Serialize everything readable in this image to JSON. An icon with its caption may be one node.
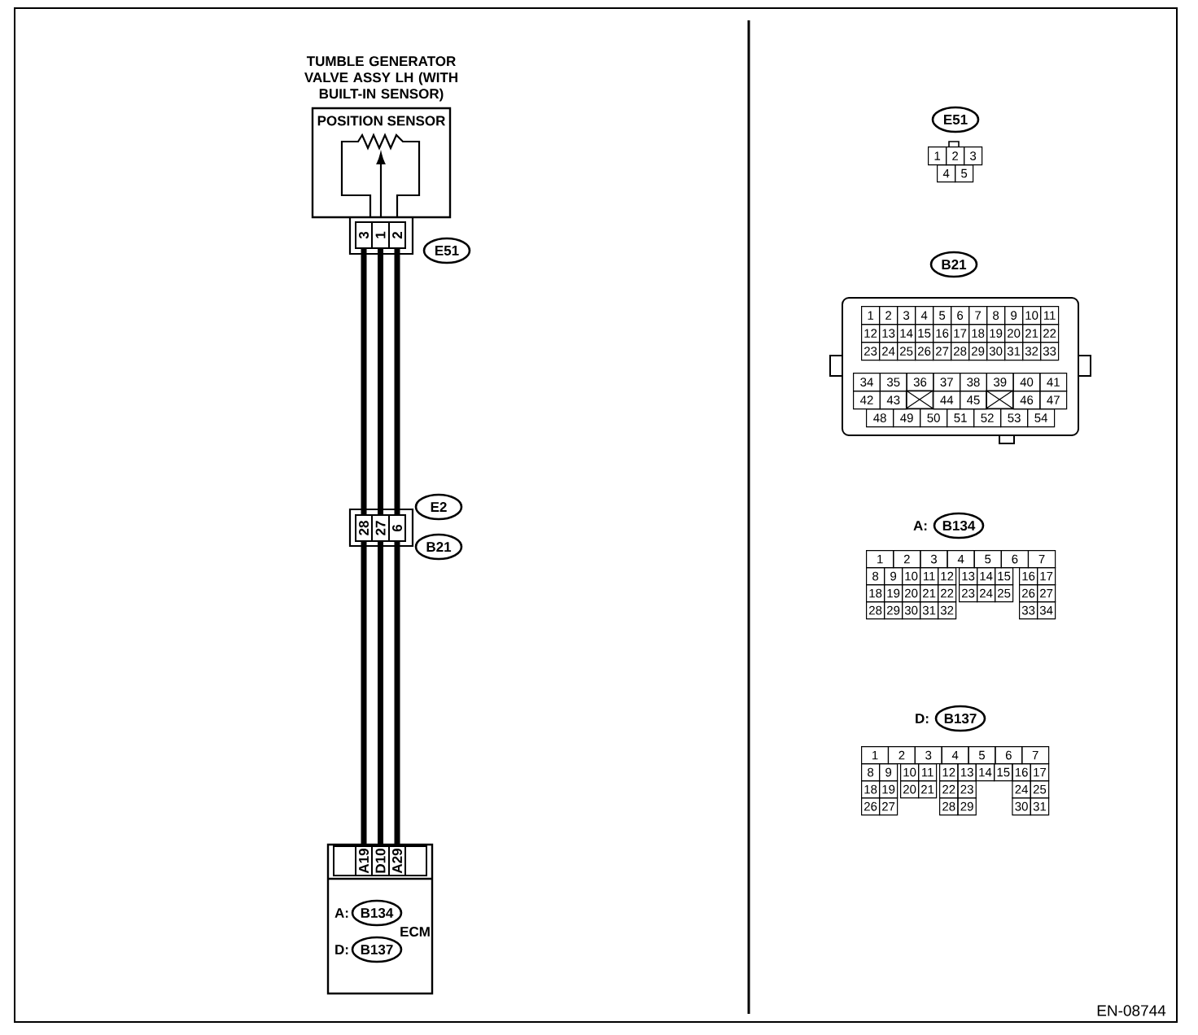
{
  "diagram": {
    "nodes": [
      {
        "text": [
          "TUMBLE GENERATOR VALVE ASSY LH (WITH BUILT-IN SENSOR)",
          "POSITION SENSOR"
        ]
      },
      {
        "text": [
          "3"
        ]
      },
      {
        "text": [
          "1"
        ]
      },
      {
        "text": [
          "2"
        ]
      },
      {
        "text": [
          "E51"
        ]
      },
      {
        "text": [
          "28"
        ]
      },
      {
        "text": [
          "27"
        ]
      },
      {
        "text": [
          "6"
        ]
      },
      {
        "text": [
          "E2"
        ]
      },
      {
        "text": [
          "B21"
        ]
      },
      {
        "text": [
          "ECM"
        ]
      },
      {
        "text": [],
        "shape": "box",
        "in": 10
      },
      {
        "text": [
          "A19"
        ],
        "in": 10
      },
      {
        "text": [
          "D10"
        ],
        "in": 10
      },
      {
        "text": [
          "A29"
        ],
        "in": 10
      },
      {
        "text": [],
        "shape": "box",
        "in": 10
      },
      {
        "text": [
          "B134"
        ],
        "in": 10
      },
      {
        "text": [
          "B137"
        ],
        "in": 10
      },
      {
        "text": [
          "E51"
        ]
      },
      {
        "text": [
          "B21"
        ]
      },
      {
        "text": [
          "B134"
        ]
      },
      {
        "text": [
          "B137"
        ]
      }
    ],
    "edges": [
      {
        "from": 1,
        "to": 5,
        "arrow": "none"
      },
      {
        "from": 2,
        "to": 6,
        "arrow": "none"
      },
      {
        "from": 3,
        "to": 7,
        "arrow": "none"
      },
      {
        "from": 5,
        "to": 12,
        "arrow": "none"
      },
      {
        "from": 6,
        "to": 13,
        "arrow": "none"
      },
      {
        "from": 7,
        "to": 14,
        "arrow": "none"
      }
    ],
    "labels": [
      "A:",
      "D:",
      "1",
      "2",
      "3",
      "4",
      "5",
      "1",
      "2",
      "3",
      "4",
      "5",
      "6",
      "7",
      "8",
      "9",
      "10",
      "11",
      "12",
      "13",
      "14",
      "15",
      "16",
      "17",
      "18",
      "19",
      "20",
      "21",
      "22",
      "23",
      "24",
      "25",
      "26",
      "27",
      "28",
      "29",
      "30",
      "31",
      "32",
      "33",
      "34",
      "35",
      "36",
      "37",
      "38",
      "39",
      "40",
      "41",
      "42",
      "43",
      "44",
      "45",
      "46",
      "47",
      "48",
      "49",
      "50",
      "51",
      "52",
      "53",
      "54",
      "A:",
      "1",
      "2",
      "3",
      "4",
      "5",
      "6",
      "7",
      "8",
      "9",
      "10",
      "11",
      "12",
      "13",
      "14",
      "15",
      "16",
      "17",
      "18",
      "19",
      "20",
      "21",
      "22",
      "23",
      "24",
      "25",
      "26",
      "27",
      "28",
      "29",
      "30",
      "31",
      "32",
      "33",
      "34",
      "D:",
      "1",
      "2",
      "3",
      "4",
      "5",
      "6",
      "7",
      "8",
      "9",
      "10",
      "11",
      "12",
      "13",
      "14",
      "15",
      "16",
      "17",
      "18",
      "19",
      "20",
      "21",
      "22",
      "23",
      "24",
      "25",
      "26",
      "27",
      "28",
      "29",
      "30",
      "31",
      "EN-08744"
    ]
  }
}
